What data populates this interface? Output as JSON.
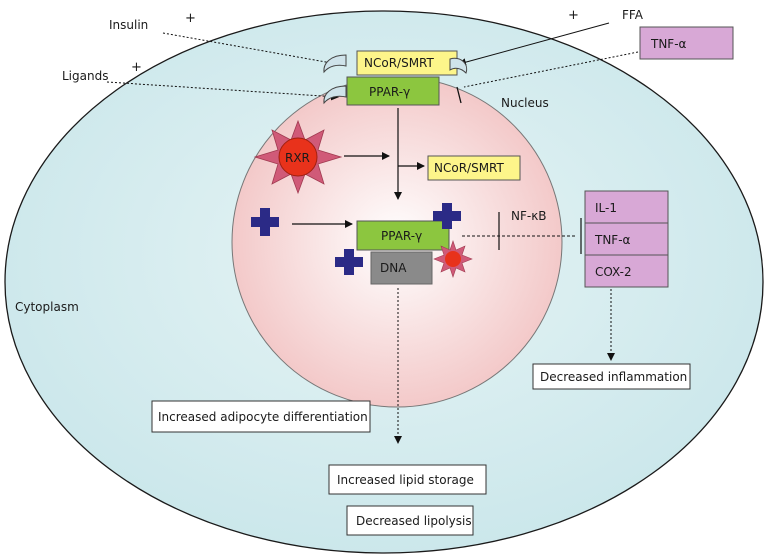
{
  "cell": {
    "cytoplasm_label": "Cytoplasm",
    "nucleus_label": "Nucleus"
  },
  "inputs": {
    "insulin": "Insulin",
    "insulin_sign": "+",
    "ligands": "Ligands",
    "ligands_sign": "+",
    "ffa": "FFA",
    "ffa_sign": "+",
    "tnf_alpha_box": "TNF-α"
  },
  "complex": {
    "corepressor_top": "NCoR/SMRT",
    "ppar_top": "PPAR-γ",
    "rxr": "RXR",
    "corepressor_released": "NCoR/SMRT",
    "ppar_bound": "PPAR-γ",
    "dna": "DNA",
    "nfkb": "NF-κB"
  },
  "cytokines": [
    "IL-1",
    "TNF-α",
    "COX-2"
  ],
  "outcomes": {
    "inflammation": "Decreased inflammation",
    "adipocyte": "Increased adipocyte differentiation",
    "lipid_storage": "Increased lipid storage",
    "lipolysis": "Decreased lipolysis"
  },
  "colors": {
    "cytoplasm": "#cfe9ec",
    "nucleus": "#f6d4d4",
    "ppar": "#8cc63f",
    "corepressor": "#fdf58a",
    "rxr": "#e8321b",
    "ligand_cross": "#2b2a86",
    "dna": "#8a8a8a",
    "cytokine": "#d8a8d6"
  }
}
